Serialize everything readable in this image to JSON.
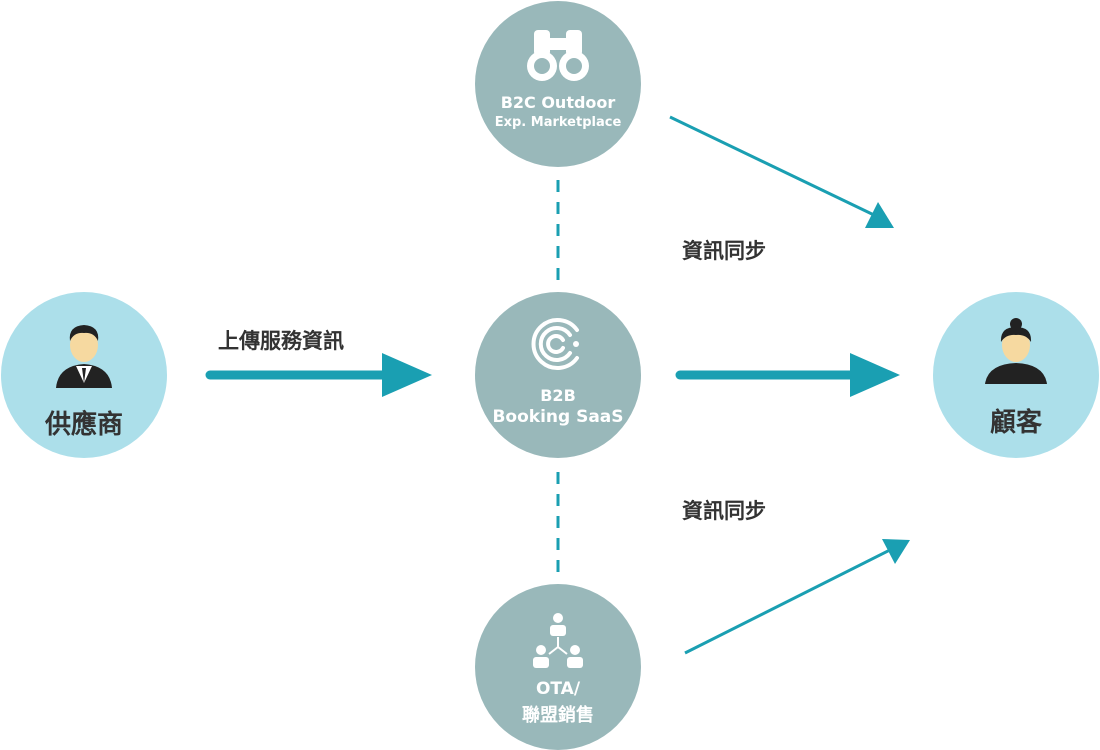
{
  "colors": {
    "person_circle": "#acdfea",
    "platform_circle": "#99b8ba",
    "arrow": "#1a9fb2",
    "dash": "#1a9fb2",
    "text_dark": "#333333"
  },
  "nodes": {
    "supplier": {
      "label": "供應商",
      "icon": "businessman-icon"
    },
    "b2c": {
      "line1": "B2C Outdoor",
      "line2": "Exp. Marketplace",
      "icon": "binoculars-icon"
    },
    "b2b": {
      "line1": "B2B",
      "line2": "Booking SaaS",
      "icon": "logo-c-icon"
    },
    "ota": {
      "line1": "OTA/",
      "line2": "聯盟銷售",
      "icon": "network-people-icon"
    },
    "customer": {
      "label": "顧客",
      "icon": "woman-icon"
    }
  },
  "edges": {
    "upload": "上傳服務資訊",
    "sync_top": "資訊同步",
    "sync_bottom": "資訊同步"
  }
}
